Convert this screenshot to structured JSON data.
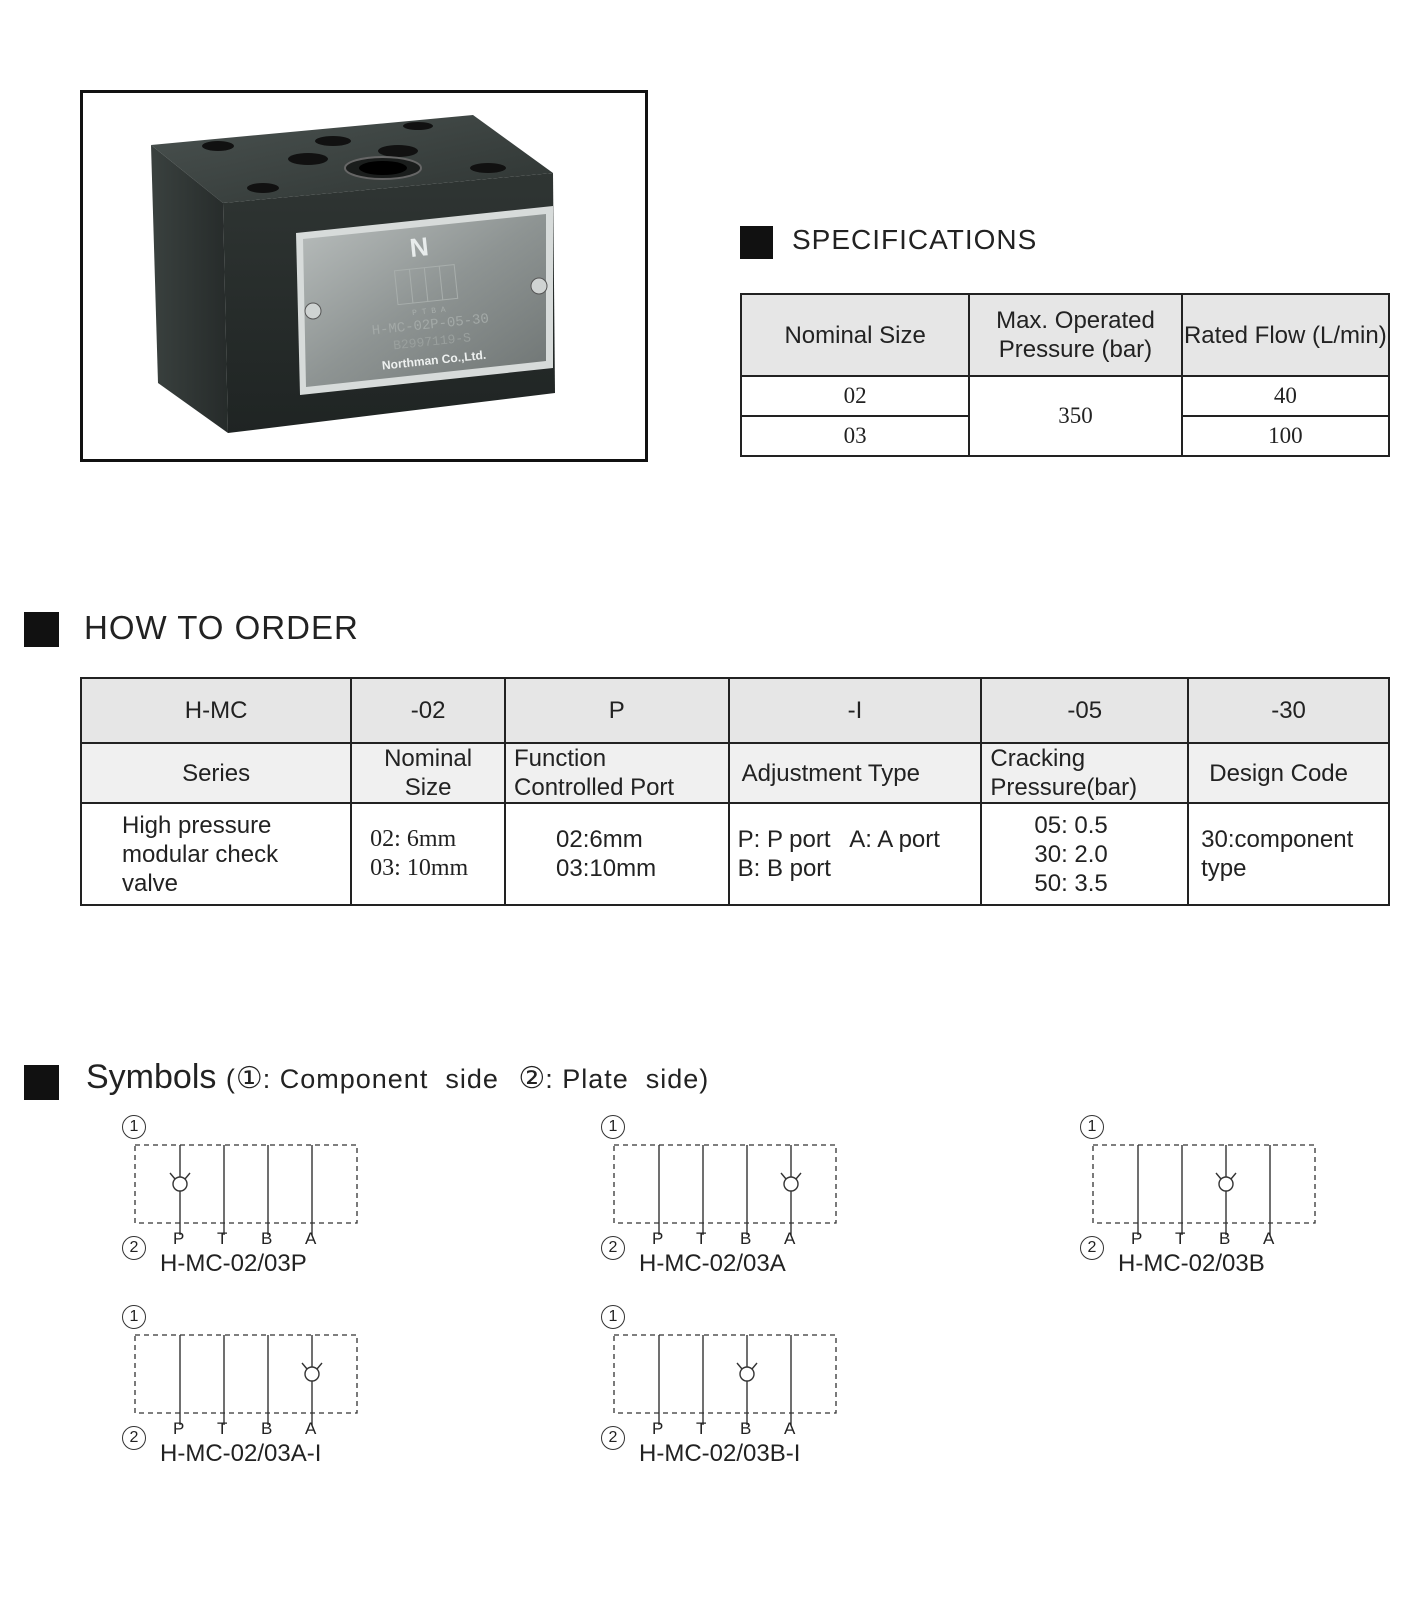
{
  "product": {
    "plate_brand": "N",
    "plate_model": "H-MC-02P-05-30",
    "plate_serial": "B2997119-S",
    "plate_maker": "Northman Co.,Ltd.",
    "plate_ports": "P T B A"
  },
  "specifications": {
    "title": "SPECIFICATIONS",
    "headers": [
      "Nominal Size",
      "Max. Operated Pressure (bar)",
      "Rated Flow (L/min)"
    ],
    "rows": [
      {
        "size": "02",
        "flow": "40"
      },
      {
        "size": "03",
        "flow": "100"
      }
    ],
    "pressure": "350"
  },
  "how_to_order": {
    "title": "HOW TO ORDER",
    "codes": [
      "H-MC",
      "-02",
      "P",
      "-I",
      "-05",
      "-30"
    ],
    "labels": [
      "Series",
      "Nominal Size",
      "Function Controlled Port",
      "Adjustment Type",
      "Cracking Pressure(bar)",
      "Design Code"
    ],
    "desc": {
      "series": [
        "High pressure",
        "modular check",
        "valve"
      ],
      "nominal": [
        "02: 6mm",
        "03: 10mm"
      ],
      "function": [
        "02:6mm",
        "03:10mm"
      ],
      "adjustment": [
        "P: P port   A: A port",
        "B: B port"
      ],
      "cracking": [
        "05: 0.5",
        "30: 2.0",
        "50: 3.5"
      ],
      "design": [
        "30:component",
        "type"
      ]
    }
  },
  "symbols": {
    "title": "Symbols",
    "legend_one_mark": "①",
    "legend_one": ": Component  side",
    "legend_two_mark": "②",
    "legend_two": ": Plate  side)",
    "open_paren": "(",
    "side_one": "1",
    "side_two": "2",
    "ports": [
      "P",
      "T",
      "B",
      "A"
    ],
    "items": [
      {
        "caption": "H-MC-02/03P"
      },
      {
        "caption": "H-MC-02/03A"
      },
      {
        "caption": "H-MC-02/03B"
      },
      {
        "caption": "H-MC-02/03A-I"
      },
      {
        "caption": "H-MC-02/03B-I"
      }
    ]
  }
}
